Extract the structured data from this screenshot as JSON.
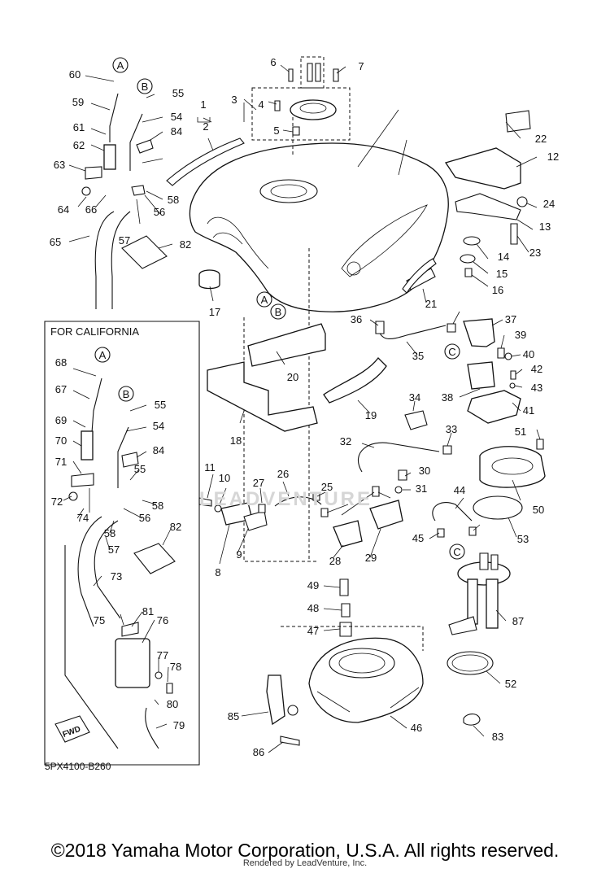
{
  "diagram": {
    "inset_title": "FOR CALIFORNIA",
    "part_code": "5PX4100-B260",
    "fwd_label": "FWD",
    "callouts": {
      "A": "A",
      "B": "B",
      "C": "C"
    },
    "parts": {
      "p1": "1",
      "p2": "2",
      "p3": "3",
      "p4": "4",
      "p5": "5",
      "p6": "6",
      "p7": "7",
      "p8": "8",
      "p9": "9",
      "p10": "10",
      "p11": "11",
      "p12": "12",
      "p13": "13",
      "p14": "14",
      "p15": "15",
      "p16": "16",
      "p17": "17",
      "p18": "18",
      "p19": "19",
      "p20": "20",
      "p21": "21",
      "p22": "22",
      "p23": "23",
      "p24": "24",
      "p25": "25",
      "p26": "26",
      "p27": "27",
      "p28": "28",
      "p29": "29",
      "p30": "30",
      "p31": "31",
      "p32": "32",
      "p33": "33",
      "p34": "34",
      "p35": "35",
      "p36": "36",
      "p37": "37",
      "p38": "38",
      "p39": "39",
      "p40": "40",
      "p41": "41",
      "p42": "42",
      "p43": "43",
      "p44": "44",
      "p45": "45",
      "p46": "46",
      "p47": "47",
      "p48": "48",
      "p49": "49",
      "p50": "50",
      "p51": "51",
      "p52": "52",
      "p53": "53",
      "p54": "54",
      "p55": "55",
      "p56": "56",
      "p57": "57",
      "p58": "58",
      "p59": "59",
      "p60": "60",
      "p61": "61",
      "p62": "62",
      "p63": "63",
      "p64": "64",
      "p65": "65",
      "p66": "66",
      "p67": "67",
      "p68": "68",
      "p69": "69",
      "p70": "70",
      "p71": "71",
      "p72": "72",
      "p73": "73",
      "p74": "74",
      "p75": "75",
      "p76": "76",
      "p77": "77",
      "p78": "78",
      "p79": "79",
      "p80": "80",
      "p81": "81",
      "p82": "82",
      "p83": "83",
      "p84": "84",
      "p85": "85",
      "p86": "86",
      "p87": "87"
    }
  },
  "watermark": "LEADVENTURE",
  "footer": {
    "copyright": "©2018 Yamaha Motor Corporation, U.S.A. All rights reserved.",
    "rendered_by": "Rendered by LeadVenture, Inc."
  }
}
